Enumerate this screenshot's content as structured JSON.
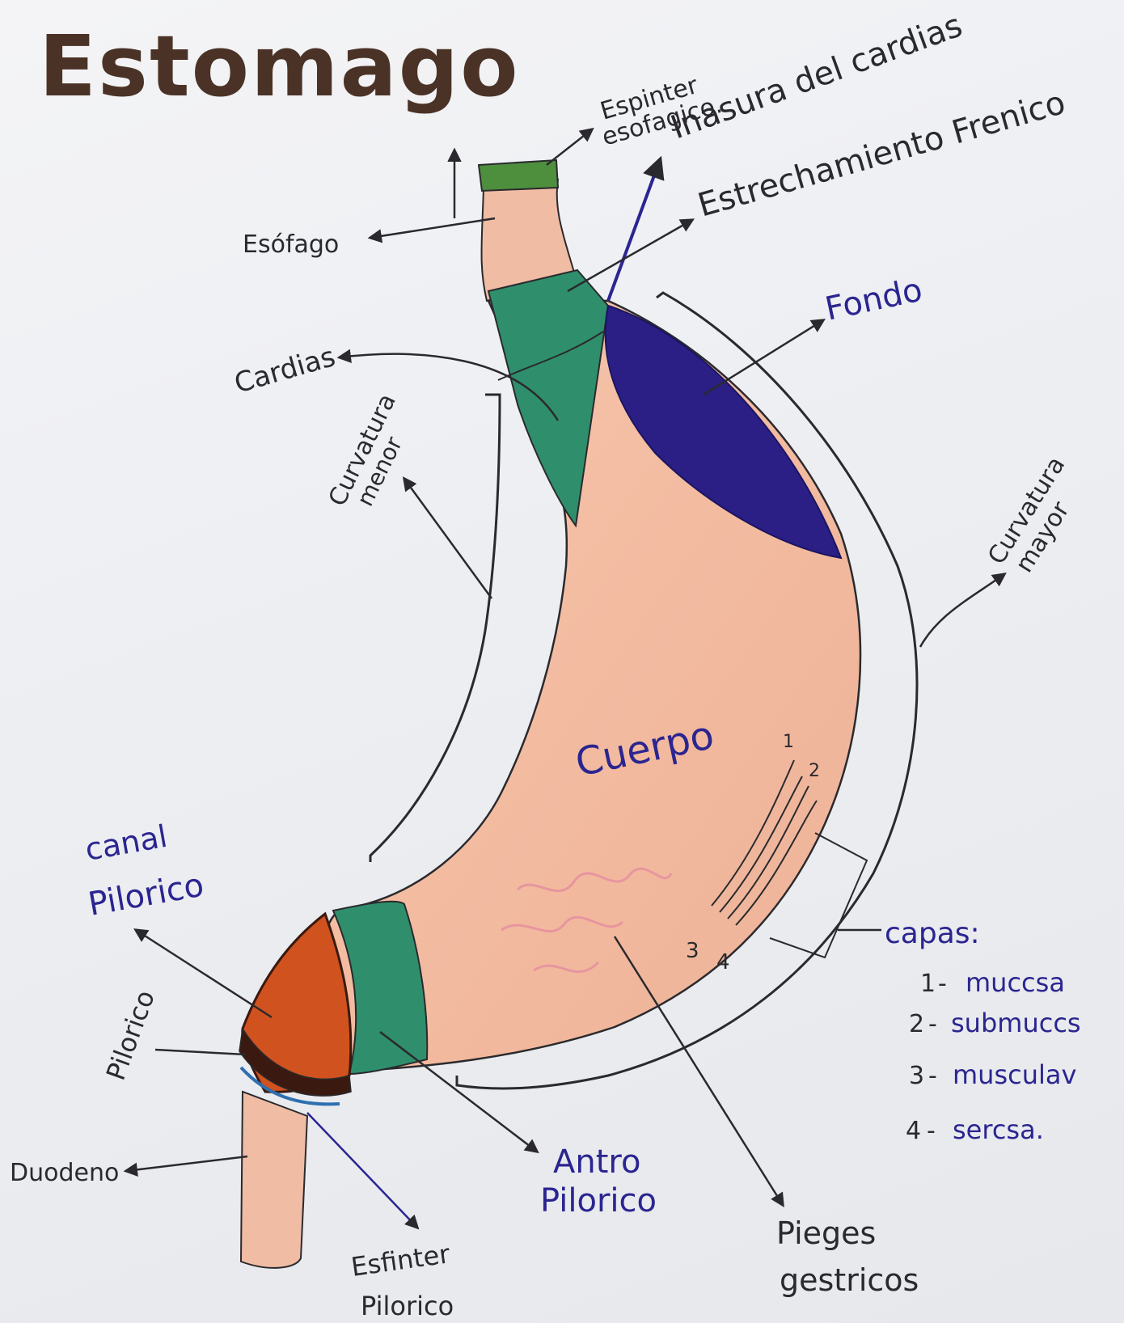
{
  "title": "Estomago",
  "labels": {
    "espinter": "Espinter",
    "esofagico": "esofagico.",
    "inasura": "Inasura del cardias",
    "estrechamiento": "Estrechamiento Frenico",
    "esofago": "Esófago",
    "fondo": "Fondo",
    "cardias": "Cardias",
    "curvatura_menor_1": "Curvatura",
    "curvatura_menor_2": "menor",
    "curvatura_mayor_1": "Curvatura",
    "curvatura_mayor_2": "mayor",
    "cuerpo": "Cuerpo",
    "canal_1": "canal",
    "canal_2": "Pilorico",
    "pilorico": "Pilorico",
    "duodeno": "Duodeno",
    "antro_1": "Antro",
    "antro_2": "Pilorico",
    "esfinter_1": "Esfinter",
    "esfinter_2": "Pilorico",
    "pliegues_1": "Pieges",
    "pliegues_2": "gestricos",
    "capas": "capas:",
    "layer_nums": [
      "1",
      "2",
      "3",
      "4"
    ]
  },
  "layers": [
    {
      "num": "1",
      "name": "muccsa"
    },
    {
      "num": "2",
      "name": "submuccs"
    },
    {
      "num": "3",
      "name": "musculav"
    },
    {
      "num": "4",
      "name": "sercsa."
    }
  ],
  "colors": {
    "stomach": "#f2bca2",
    "green": "#2e8a6a",
    "fondo_blue": "#2b1f86",
    "pylorus_orange": "#d0521f",
    "ink": "#2a2a2e",
    "blue_ink": "#2b2590",
    "title_brown": "#4a3326"
  }
}
